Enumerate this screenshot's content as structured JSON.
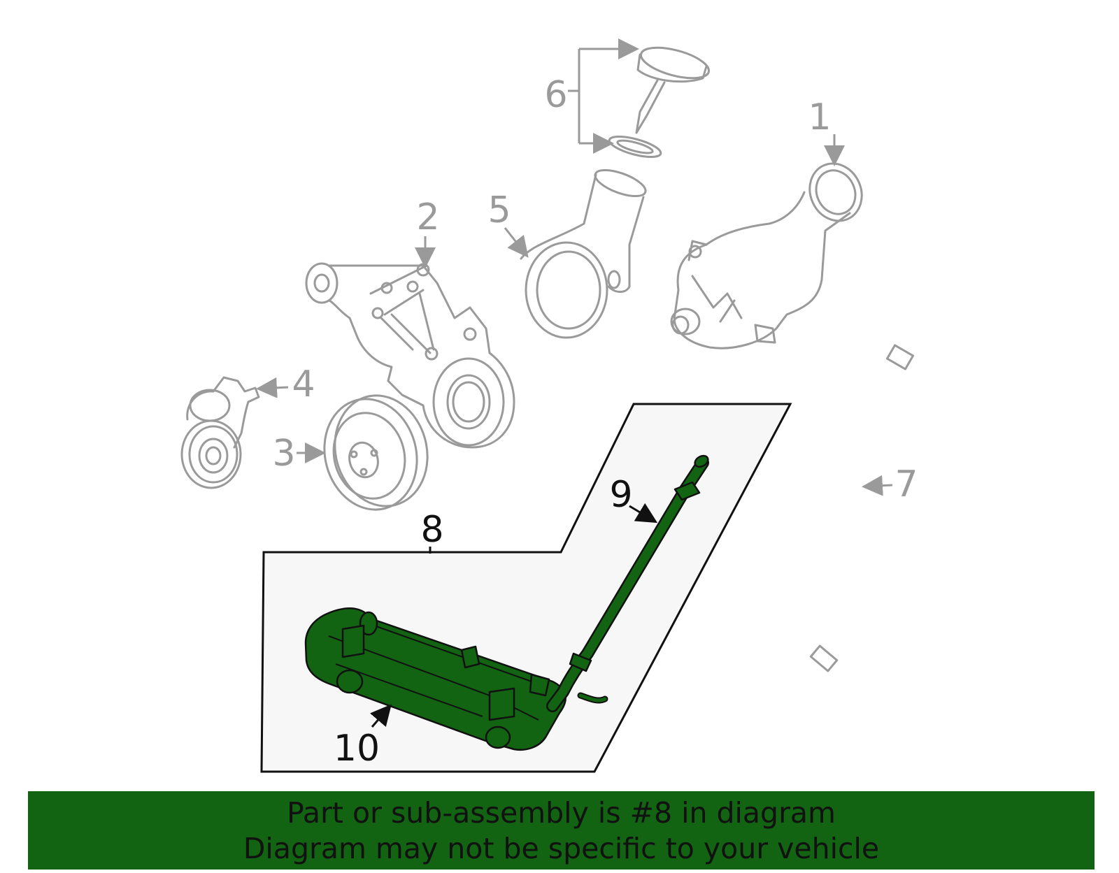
{
  "labels": {
    "part_1": "1",
    "part_2": "2",
    "part_3": "3",
    "part_4": "4",
    "part_5": "5",
    "part_6": "6",
    "part_7": "7",
    "part_8": "8",
    "part_9": "9",
    "part_10": "10"
  },
  "banner": {
    "line1": "Part or sub-assembly is #8 in diagram",
    "line2": "Diagram may not be specific to your vehicle"
  },
  "colors": {
    "highlight": "#126312",
    "inactive_part": "#9a9a9a",
    "outline": "#111111",
    "box_fill": "#f7f7f7"
  }
}
